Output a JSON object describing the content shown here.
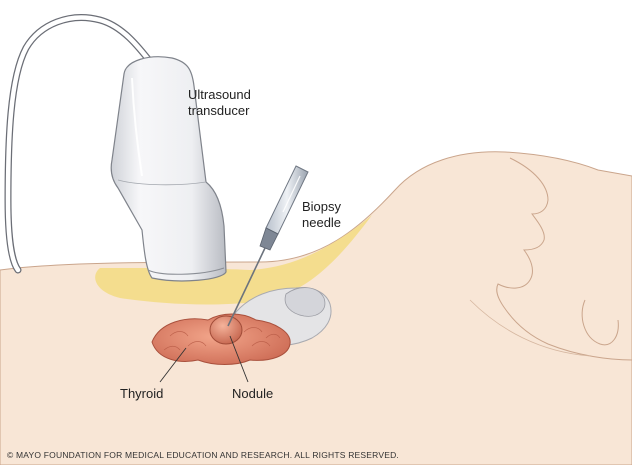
{
  "labels": {
    "transducer_line1": "Ultrasound",
    "transducer_line2": "transducer",
    "needle_line1": "Biopsy",
    "needle_line2": "needle",
    "thyroid": "Thyroid",
    "nodule": "Nodule"
  },
  "copyright": "© MAYO FOUNDATION FOR MEDICAL EDUCATION AND RESEARCH. ALL RIGHTS RESERVED.",
  "colors": {
    "skin": "#f8e6d6",
    "skin_outline": "#caa58c",
    "fat_layer": "#f3dc86",
    "thyroid": "#e2836a",
    "nodule": "#d98168",
    "cartilage": "#e4e4e6",
    "transducer": "#f2f2f4",
    "cable": "#ffffff"
  }
}
